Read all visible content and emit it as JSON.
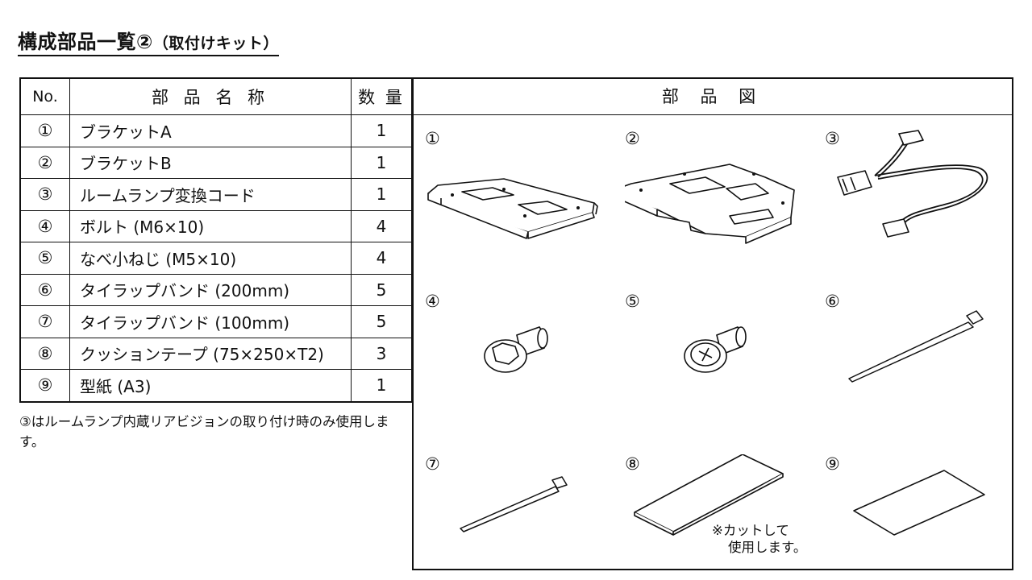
{
  "title": {
    "main": "構成部品一覧②",
    "sub": "（取付けキット）"
  },
  "table": {
    "headers": {
      "no": "No.",
      "name": "部 品 名 称",
      "qty": "数 量"
    },
    "rows": [
      {
        "no": "①",
        "name": "ブラケットA",
        "qty": "1"
      },
      {
        "no": "②",
        "name": "ブラケットB",
        "qty": "1"
      },
      {
        "no": "③",
        "name": "ルームランプ変換コード",
        "qty": "1"
      },
      {
        "no": "④",
        "name": "ボルト (M6×10)",
        "qty": "4"
      },
      {
        "no": "⑤",
        "name": "なべ小ねじ (M5×10)",
        "qty": "4"
      },
      {
        "no": "⑥",
        "name": "タイラップバンド (200mm)",
        "qty": "5"
      },
      {
        "no": "⑦",
        "name": "タイラップバンド (100mm)",
        "qty": "5"
      },
      {
        "no": "⑧",
        "name": "クッションテープ (75×250×T2)",
        "qty": "3"
      },
      {
        "no": "⑨",
        "name": "型紙 (A3)",
        "qty": "1"
      }
    ]
  },
  "note": "③はルームランプ内蔵リアビジョンの取り付け時のみ使用します。",
  "figures": {
    "header": "部 品 図",
    "labels": [
      "①",
      "②",
      "③",
      "④",
      "⑤",
      "⑥",
      "⑦",
      "⑧",
      "⑨"
    ],
    "cut_note_line1": "※カットして",
    "cut_note_line2": "使用します。"
  }
}
